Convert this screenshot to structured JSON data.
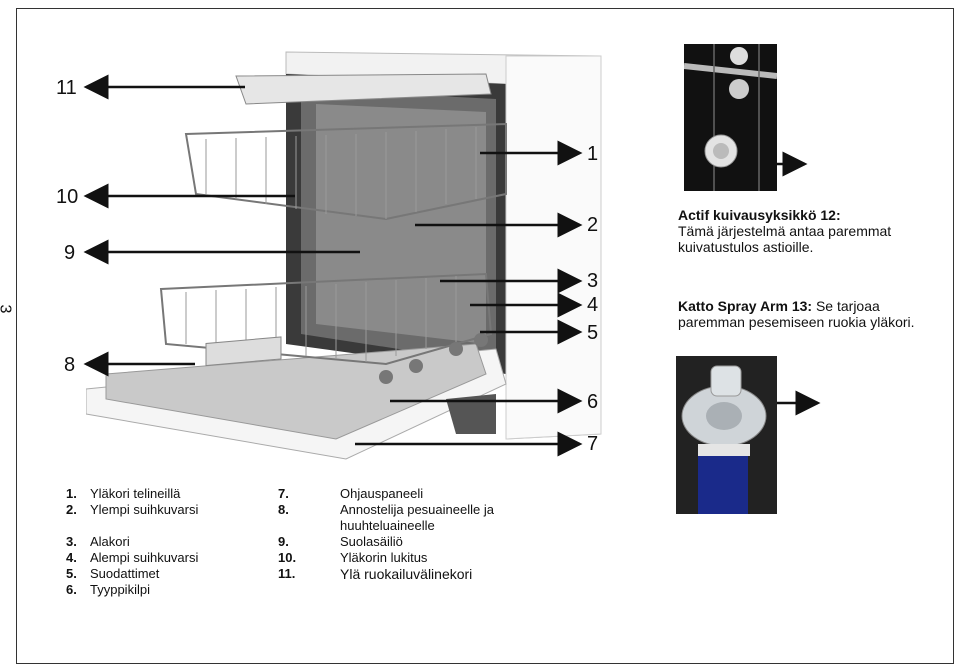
{
  "page_number": "3",
  "callouts": [
    "11",
    "10",
    "9",
    "8",
    "1",
    "2",
    "3",
    "4",
    "5",
    "6",
    "7"
  ],
  "features": {
    "dryer_title": "Actif kuivausyksikkö 12:",
    "dryer_text": "Tämä järjestelmä antaa paremmat kuivatustulos astioille.",
    "arm_title": "Katto Spray Arm 13:",
    "arm_text": "Se tarjoaa paremman pesemiseen ruokia yläkori."
  },
  "legend_left": [
    {
      "num": "1.",
      "label": "Yläkori telineillä"
    },
    {
      "num": "2.",
      "label": "Ylempi suihkuvarsi"
    },
    {
      "num": "3.",
      "label": "Alakori"
    },
    {
      "num": "4.",
      "label": "Alempi suihkuvarsi"
    },
    {
      "num": "5.",
      "label": "Suodattimet"
    },
    {
      "num": "6.",
      "label": "Tyyppikilpi"
    }
  ],
  "legend_right": [
    {
      "num": "7.",
      "label": "Ohjauspaneeli"
    },
    {
      "num": "8.",
      "label": "Annostelija pesuaineelle ja huuhteluaineelle"
    },
    {
      "num": "9.",
      "label": "Suolasäiliö"
    },
    {
      "num": "10.",
      "label": "Yläkorin lukitus"
    },
    {
      "num": "11.",
      "label": "Ylä ruokailuvälinekori"
    }
  ]
}
